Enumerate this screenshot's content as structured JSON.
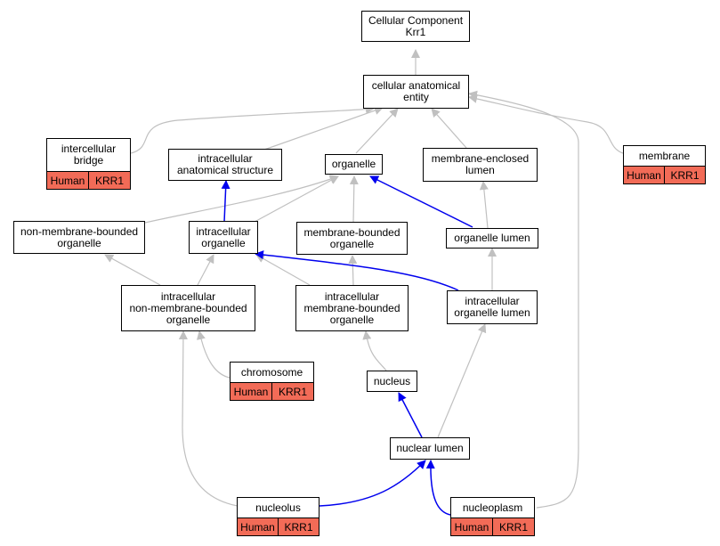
{
  "nodes": {
    "root": "Cellular Component\nKrr1",
    "cae": "cellular anatomical\nentity",
    "icb": "intercellular\nbridge",
    "ias": "intracellular\nanatomical structure",
    "org": "organelle",
    "mel": "membrane-enclosed\nlumen",
    "mem": "membrane",
    "nmbo": "non-membrane-bounded\norganelle",
    "io": "intracellular\norganelle",
    "mbo": "membrane-bounded\norganelle",
    "ol": "organelle lumen",
    "inmbo": "intracellular\nnon-membrane-bounded\norganelle",
    "imbo": "intracellular\nmembrane-bounded\norganelle",
    "iol": "intracellular\norganelle lumen",
    "chr": "chromosome",
    "nuc": "nucleus",
    "nl": "nuclear lumen",
    "nlo": "nucleolus",
    "npl": "nucleoplasm"
  },
  "annotation": {
    "species": "Human",
    "gene": "KRR1"
  },
  "colors": {
    "edge_is_a": "#c0c0c0",
    "edge_part_of": "#0000ee",
    "annotation_fill": "#f26b57"
  }
}
